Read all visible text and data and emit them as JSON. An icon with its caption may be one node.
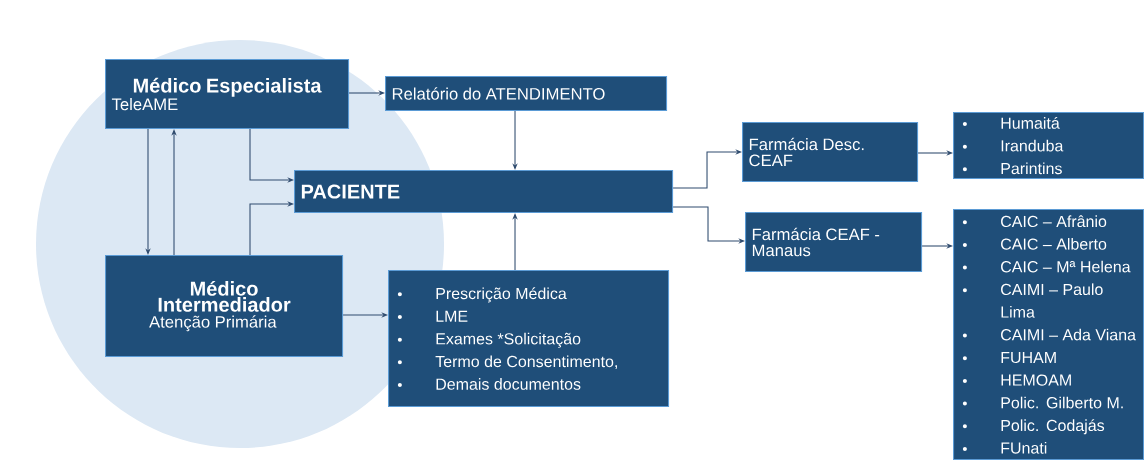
{
  "diagram": {
    "nodes": [
      {
        "text": [
          "Médico Especialista",
          "TeleAME"
        ]
      },
      {
        "text": [
          "Relatório do ATENDIMENTO"
        ]
      },
      {
        "text": [
          "PACIENTE"
        ]
      },
      {
        "text": [
          "Médico Intermediador",
          "Atenção Primária"
        ]
      },
      {
        "text": [
          "Prescrição Médica",
          "LME",
          "Exames *Solicitação",
          "Termo de Consentimento,",
          "Demais documentos"
        ]
      },
      {
        "text": [
          "Farmácia Desc. CEAF"
        ]
      },
      {
        "text": [
          "Farmácia CEAF - Manaus"
        ]
      },
      {
        "text": [
          "Humaitá",
          "Iranduba",
          "Parintins"
        ]
      },
      {
        "text": [
          "CAIC – Afrânio",
          "CAIC – Alberto",
          "CAIC – Mª Helena",
          "CAIMI – Paulo Lima",
          "CAIMI – Ada Viana",
          "FUHAM",
          "HEMOAM",
          "Polic. Gilberto M.",
          "Polic. Codajás",
          "FUnati"
        ]
      }
    ],
    "edges": [
      {
        "from": 0,
        "to": 1,
        "arrow": "to"
      },
      {
        "from": 1,
        "to": 2,
        "arrow": "to"
      },
      {
        "from": 0,
        "to": 2,
        "arrow": "to"
      },
      {
        "from": 0,
        "to": 3,
        "arrow": "to"
      },
      {
        "from": 3,
        "to": 0,
        "arrow": "to"
      },
      {
        "from": 3,
        "to": 2,
        "arrow": "to"
      },
      {
        "from": 3,
        "to": 4,
        "arrow": "to"
      },
      {
        "from": 4,
        "to": 2,
        "arrow": "to"
      },
      {
        "from": 2,
        "to": 5,
        "arrow": "to"
      },
      {
        "from": 2,
        "to": 6,
        "arrow": "to"
      },
      {
        "from": 5,
        "to": 7,
        "arrow": "to"
      },
      {
        "from": 6,
        "to": 8,
        "arrow": "to"
      }
    ]
  }
}
